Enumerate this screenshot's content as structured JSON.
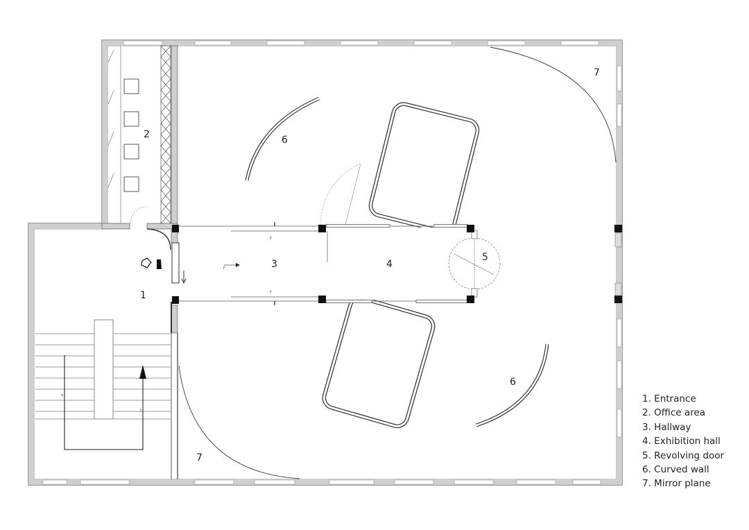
{
  "labels": {
    "entrance": "1",
    "office": "2",
    "hallway": "3",
    "exhibition": "4",
    "revolving": "5",
    "curved_a": "6",
    "curved_b": "6",
    "mirror_a": "7",
    "mirror_b": "7"
  },
  "stair_marks": {
    "left": "下",
    "right": "上"
  },
  "legend": [
    "1. Entrance",
    "2. Office area",
    "3. Hallway",
    "4. Exhibition hall",
    "5. Revolving door",
    "6. Curved wall",
    "7. Mirror plane"
  ]
}
